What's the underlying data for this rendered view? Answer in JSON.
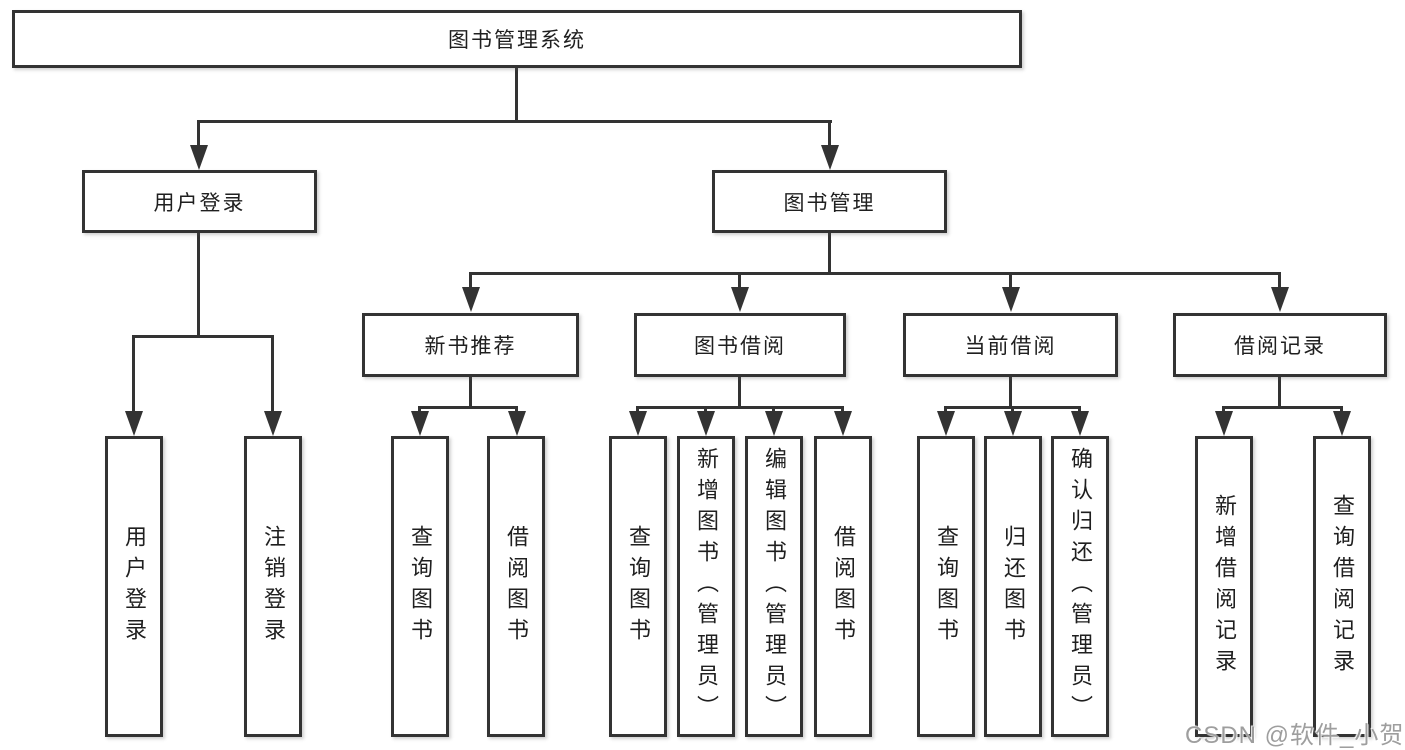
{
  "diagram": {
    "title": "图书管理系统",
    "root": {
      "label": "图书管理系统"
    },
    "branches": [
      {
        "label": "用户登录",
        "children": [
          {
            "label": "用户登录"
          },
          {
            "label": "注销登录"
          }
        ]
      },
      {
        "label": "图书管理",
        "groups": [
          {
            "label": "新书推荐",
            "children": [
              {
                "label": "查询图书"
              },
              {
                "label": "借阅图书"
              }
            ]
          },
          {
            "label": "图书借阅",
            "children": [
              {
                "label": "查询图书"
              },
              {
                "label": "新增图书（管理员）"
              },
              {
                "label": "编辑图书（管理员）"
              },
              {
                "label": "借阅图书"
              }
            ]
          },
          {
            "label": "当前借阅",
            "children": [
              {
                "label": "查询图书"
              },
              {
                "label": "归还图书"
              },
              {
                "label": "确认归还（管理员）"
              }
            ]
          },
          {
            "label": "借阅记录",
            "children": [
              {
                "label": "新增借阅记录"
              },
              {
                "label": "查询借阅记录"
              }
            ]
          }
        ]
      }
    ]
  },
  "watermark": {
    "text": "CSDN @软件_小贺同学"
  },
  "colors": {
    "line": "#333333",
    "box_border": "#333333",
    "text": "#1f1f1f",
    "watermark": "#969696",
    "background": "#ffffff"
  }
}
